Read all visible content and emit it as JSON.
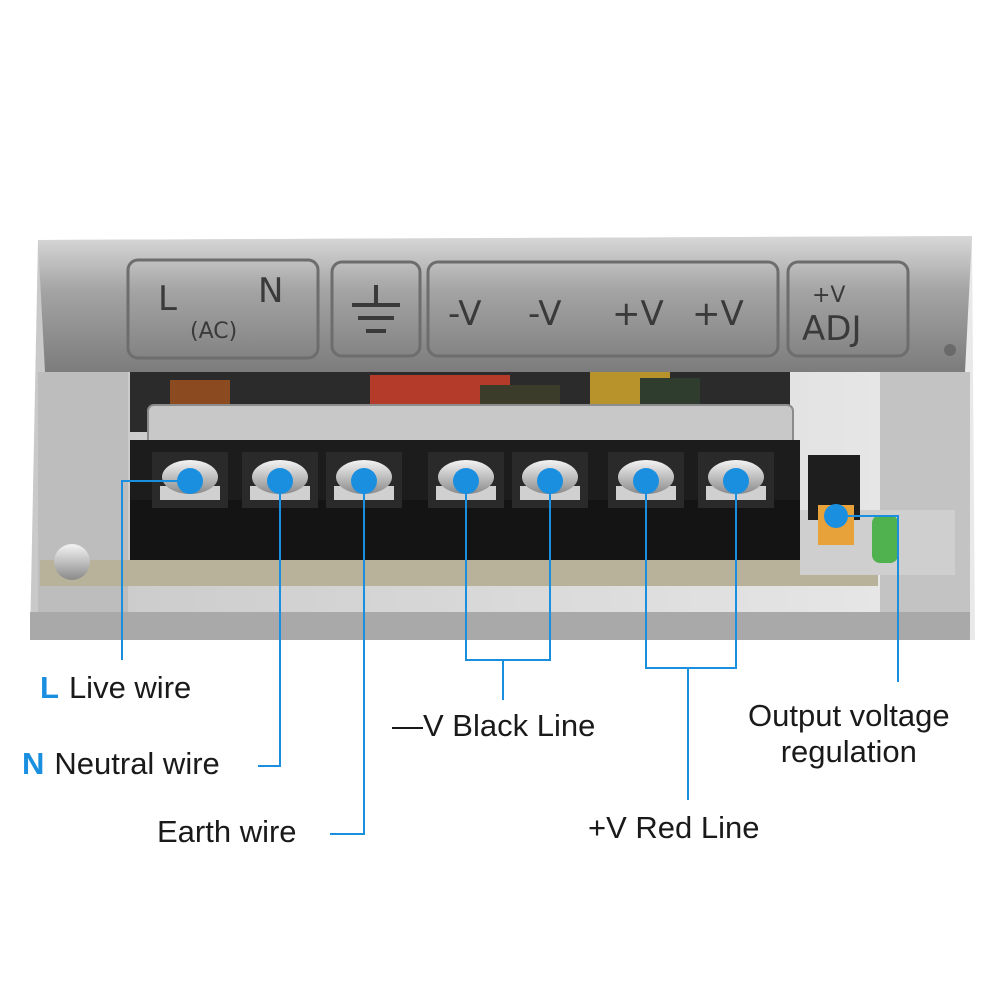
{
  "device": {
    "stamp_labels": {
      "ac": "L (AC) N",
      "minus_v_1": "-V",
      "minus_v_2": "-V",
      "plus_v_1": "+V",
      "plus_v_2": "+V",
      "adj": "+V ADJ"
    }
  },
  "callouts": {
    "live": {
      "letter": "L",
      "text": "Live wire"
    },
    "neutral": {
      "letter": "N",
      "text": "Neutral wire"
    },
    "earth": {
      "text": "Earth wire"
    },
    "black": {
      "text": "—V Black Line"
    },
    "red": {
      "text": "+V Red Line"
    },
    "adj_line1": {
      "text": "Output voltage"
    },
    "adj_line2": {
      "text": "regulation"
    }
  },
  "colors": {
    "marker": "#1a8fe0",
    "leader": "#1a8fe0",
    "terminal_block": "#1c1c1c",
    "housing": "#9a9a9a"
  }
}
